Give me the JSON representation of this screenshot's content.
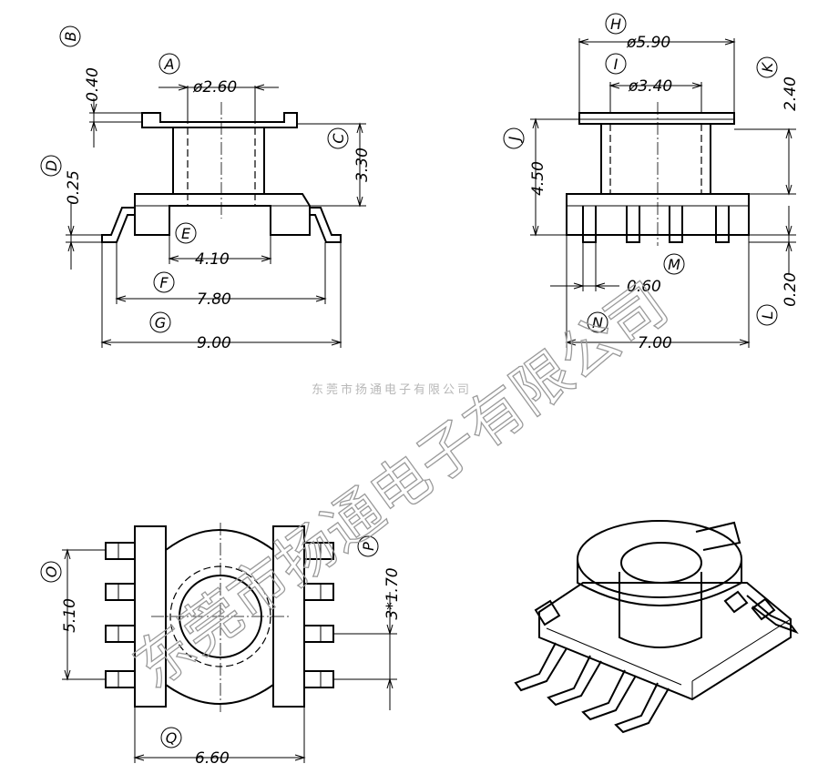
{
  "drawing": {
    "watermark_small": "东莞市扬通电子有限公司",
    "watermark_large": "东莞市扬通电子有限公司",
    "front_view": {
      "dimensions": {
        "A": "ø2.60",
        "B": "0.40",
        "C": "3.30",
        "D": "0.25",
        "E": "4.10",
        "F": "7.80",
        "G": "9.00"
      }
    },
    "side_view": {
      "dimensions": {
        "H": "ø5.90",
        "I": "ø3.40",
        "J": "4.50",
        "K": "2.40",
        "L": "0.20",
        "M": "0.60",
        "N": "7.00"
      }
    },
    "top_view": {
      "dimensions": {
        "O": "5.10",
        "P": "3*1.70",
        "Q": "6.60"
      }
    },
    "labels": [
      "A",
      "B",
      "C",
      "D",
      "E",
      "F",
      "G",
      "H",
      "I",
      "J",
      "K",
      "L",
      "M",
      "N",
      "O",
      "P",
      "Q"
    ]
  }
}
